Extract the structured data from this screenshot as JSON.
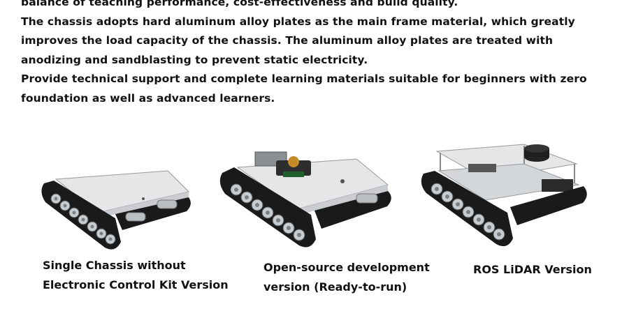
{
  "intro": {
    "lines": [
      "balance of teaching performance, cost-effectiveness and build quality.",
      "The chassis adopts hard aluminum alloy plates as the main frame material, which greatly improves the load capacity of the chassis. The aluminum alloy plates are treated with anodizing and sandblasting to prevent static electricity.",
      "Provide technical support and complete learning materials suitable for beginners with zero foundation as well as advanced learners."
    ]
  },
  "products": [
    {
      "caption_lines": [
        "Single Chassis without",
        "Electronic Control Kit Version"
      ]
    },
    {
      "caption_lines": [
        "Open-source development",
        "version (Ready-to-run)"
      ]
    },
    {
      "caption_lines": [
        "ROS LiDAR Version"
      ]
    }
  ],
  "colors": {
    "text": "#111111",
    "track": "#1a1a1a",
    "plate": "#e4e6e8",
    "metal": "#b9bec3"
  }
}
